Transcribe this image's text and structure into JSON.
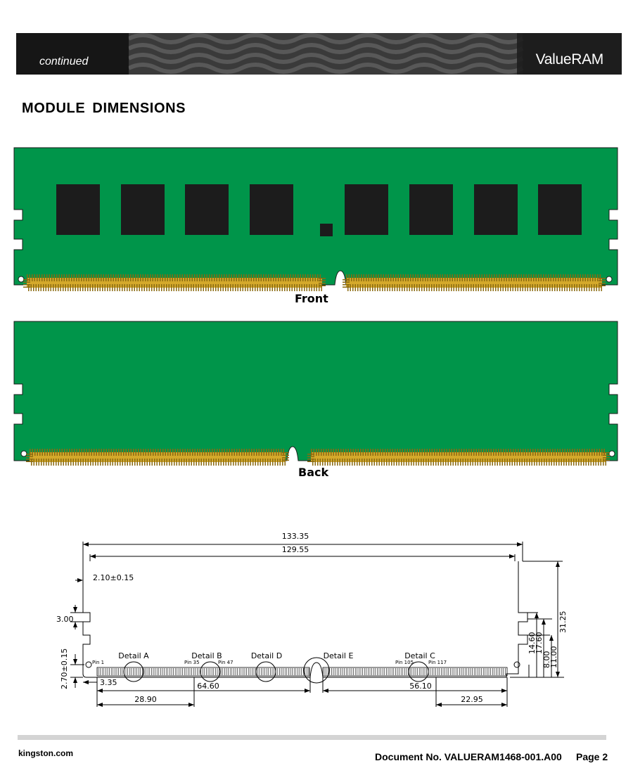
{
  "header": {
    "continued": "continued",
    "brand": "ValueRAM"
  },
  "section_title": "MODULE  DIMENSIONS",
  "module": {
    "front_label": "Front",
    "back_label": "Back",
    "front_chip_count": 8,
    "pcb_color": "#00954a",
    "contact_color": "#d4a92b"
  },
  "drawing": {
    "dims": {
      "overall_length": "133.35",
      "hole_span": "129.55",
      "edge_offset": "2.10±0.15",
      "notch_height": "3.00",
      "hole_height": "2.70±0.15",
      "pin1_offset": "3.35",
      "pin_segment": "28.90",
      "left_key": "64.60",
      "right_key": "56.10",
      "right_segment": "22.95",
      "h1": "14.60",
      "h2": "17.60",
      "h3": "8.00",
      "h4": "11.00",
      "height": "31.25"
    },
    "details": [
      "Detail A",
      "Detail B",
      "Detail D",
      "Detail E",
      "Detail C"
    ],
    "pins": [
      "Pin 1",
      "Pin 35",
      "Pin 47",
      "Pin 105",
      "Pin 117"
    ]
  },
  "footer": {
    "website": "kingston.com",
    "document": "Document No. VALUERAM1468-001.A00",
    "page": "Page 2"
  }
}
